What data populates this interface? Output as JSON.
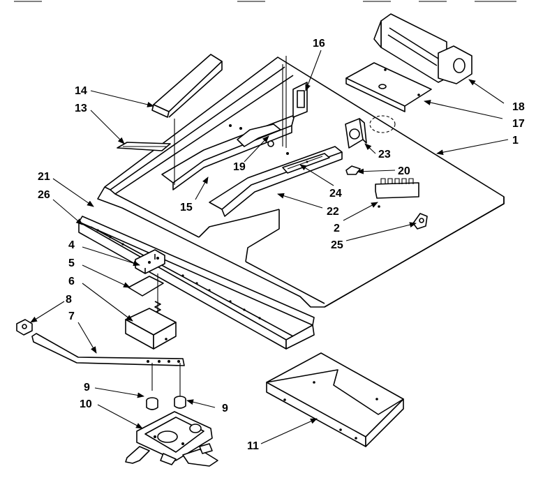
{
  "callouts": {
    "c1": "1",
    "c2": "2",
    "c4": "4",
    "c5": "5",
    "c6": "6",
    "c7": "7",
    "c8": "8",
    "c9a": "9",
    "c9b": "9",
    "c10": "10",
    "c11": "11",
    "c13": "13",
    "c14": "14",
    "c15": "15",
    "c16": "16",
    "c17": "17",
    "c18": "18",
    "c19": "19",
    "c20": "20",
    "c21": "21",
    "c22": "22",
    "c23": "23",
    "c24": "24",
    "c25": "25",
    "c26": "26"
  }
}
